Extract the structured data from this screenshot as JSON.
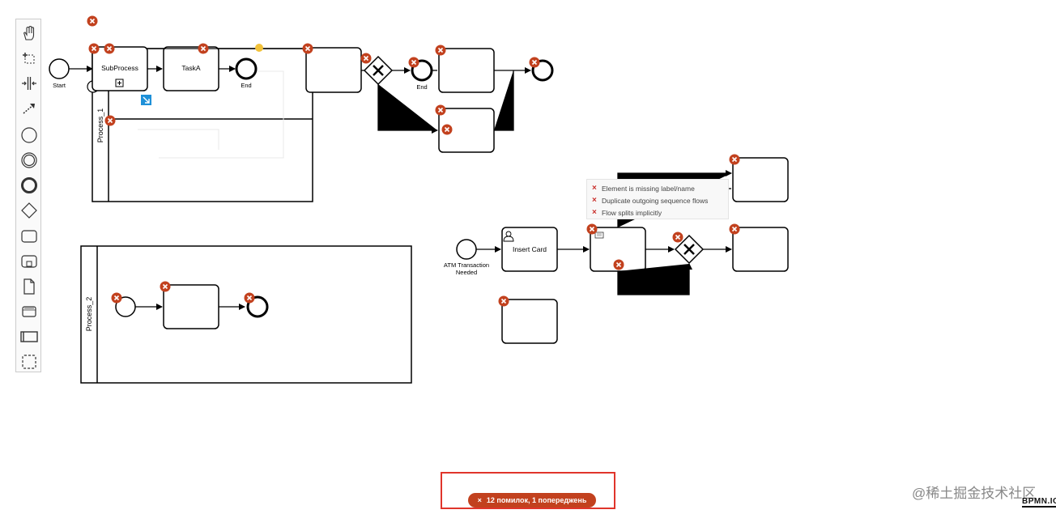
{
  "diagram": {
    "labels": {
      "start": "Start",
      "subprocess": "SubProcess",
      "task_a": "TaskA",
      "end_inner": "End",
      "end_gateway": "End",
      "process_1": "Process_1",
      "process_2": "Process_2",
      "atm_line1": "ATM Transaction",
      "atm_line2": "Needed",
      "insert_card": "Insert Card"
    }
  },
  "tooltip": {
    "issues": [
      "Element is missing label/name",
      "Duplicate outgoing sequence flows",
      "Flow splits implicitly"
    ]
  },
  "status": {
    "text": "12 помилок, 1 попереджень",
    "icon": "×"
  },
  "watermark": {
    "site": "@稀土掘金技术社区",
    "brand": "BPMN.IO"
  },
  "palette_tools": [
    "hand-tool-icon",
    "lasso-tool-icon",
    "space-tool-icon",
    "connect-tool-icon",
    "start-event-icon",
    "intermediate-event-icon",
    "end-event-icon",
    "gateway-icon",
    "task-icon",
    "subprocess-icon",
    "data-object-icon",
    "data-store-icon",
    "pool-icon",
    "group-icon"
  ],
  "colors": {
    "error": "#c2411e",
    "warning": "#f2c23a",
    "stroke": "#000000",
    "highlight_frame": "#e0352b",
    "blue_marker": "#1e90d8"
  }
}
